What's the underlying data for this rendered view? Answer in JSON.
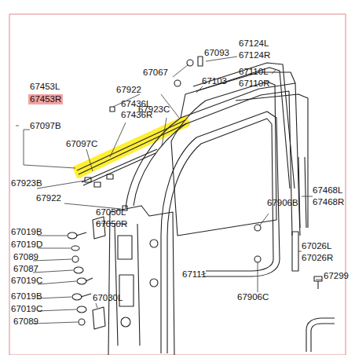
{
  "diagram": {
    "nodes": [
      {
        "text": [
          "67453R"
        ]
      }
    ],
    "labels": [
      "67093",
      "67124L",
      "67124R",
      "67067",
      "67103",
      "67110L",
      "67110R",
      "67453L",
      "67922",
      "67436L",
      "67436R",
      "67923C",
      "67097B",
      "67097C",
      "67923B",
      "67468L",
      "67468R",
      "67922",
      "67906B",
      "67050L",
      "67050R",
      "67019B",
      "67019D",
      "67089",
      "67087",
      "67019C",
      "67026L",
      "67026R",
      "67299",
      "67111",
      "67906C",
      "67019B",
      "67030L",
      "67019C",
      "67089"
    ]
  }
}
